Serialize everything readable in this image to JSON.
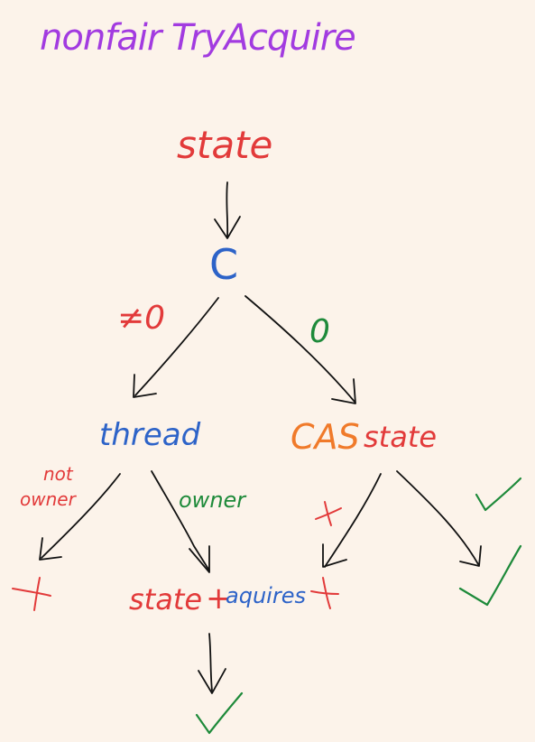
{
  "title": "nonfair TryAcquire",
  "nodes": {
    "state": "state",
    "c": "C",
    "thread": "thread",
    "cas": "CAS",
    "cas_state": "state",
    "state_plus": "state",
    "plus": "+",
    "aquires": "aquires"
  },
  "edge_labels": {
    "not_zero": "≠0",
    "zero": "0",
    "not_owner_line1": "not",
    "not_owner_line2": "owner",
    "owner": "owner"
  },
  "colors": {
    "background": "#fcf3ea",
    "title": "#a23be0",
    "red": "#e23a3a",
    "blue": "#2d63c8",
    "green": "#1e8a3a",
    "orange": "#f07a2a",
    "ink": "#111111"
  },
  "marks": {
    "fail_icon": "cross",
    "success_icon": "checkmark"
  }
}
